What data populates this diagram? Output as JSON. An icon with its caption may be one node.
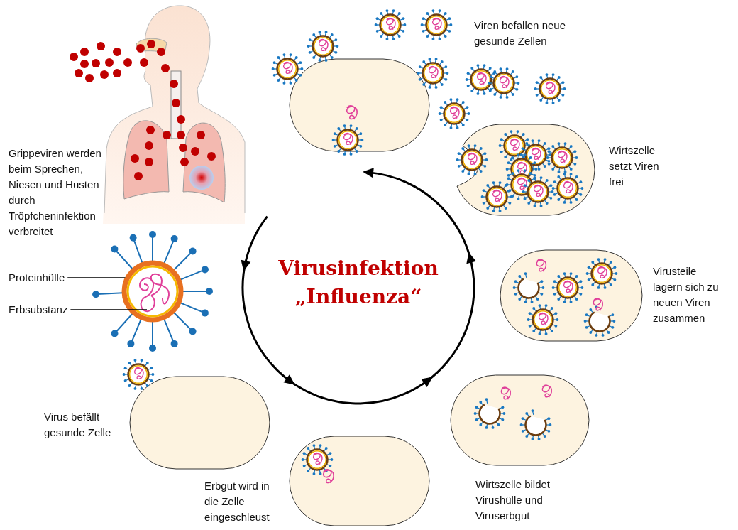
{
  "diagram": {
    "title": "Virusinfektion „Influenza“",
    "nodes": [
      {
        "text": [
          "Proteinhülle"
        ]
      },
      {
        "text": [
          "Erbsubstanz"
        ]
      },
      {
        "text": [],
        "shape": "circle"
      },
      {
        "text": [],
        "shape": "picture",
        "in": 2
      }
    ],
    "edges": [
      {
        "from": 0,
        "to": 2,
        "arrow": "none"
      },
      {
        "from": 1,
        "to": 3,
        "arrow": "none"
      }
    ],
    "labels": [
      "Viren befallen neue gesunde Zellen",
      "Grippeviren werden beim Sprechen, Niesen und Husten durch Tröpfcheninfektion verbreitet",
      "Wirtszelle setzt Viren frei",
      "Virusteile lagern sich zu neuen Viren zusammen",
      "Virus befällt gesunde Zelle",
      "Erbgut wird in die Zelle eingeschleust",
      "Wirtszelle bildet Virushülle und Viruserbgut"
    ]
  }
}
